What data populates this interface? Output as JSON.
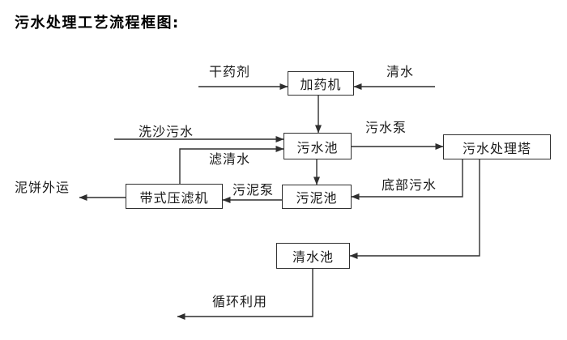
{
  "title": "污水处理工艺流程框图:",
  "nodes": {
    "dosing_machine": {
      "label": "加药机"
    },
    "sewage_pool": {
      "label": "污水池"
    },
    "sludge_pool": {
      "label": "污泥池"
    },
    "treatment_tower": {
      "label": "污水处理塔"
    },
    "belt_filter_press": {
      "label": "带式压滤机"
    },
    "clean_water_pool": {
      "label": "清水池"
    }
  },
  "edge_labels": {
    "dry_agent": "干药剂",
    "clean_water_in": "清水",
    "sand_washing_sewage": "洗沙污水",
    "sewage_pump": "污水泵",
    "filtered_water": "滤清水",
    "sludge_pump": "污泥泵",
    "bottom_sewage": "底部污水",
    "mud_cake_out": "泥饼外运",
    "recycle_use": "循环利用"
  },
  "flows": [
    {
      "from": null,
      "to": "加药机",
      "label": "干药剂"
    },
    {
      "from": null,
      "to": "加药机",
      "label": "清水"
    },
    {
      "from": "加药机",
      "to": "污水池",
      "label": null
    },
    {
      "from": null,
      "to": "污水池",
      "label": "洗沙污水"
    },
    {
      "from": "带式压滤机",
      "to": "污水池",
      "label": "滤清水"
    },
    {
      "from": "污水池",
      "to": "污泥池",
      "label": null
    },
    {
      "from": "污水池",
      "to": "污水处理塔",
      "label": "污水泵"
    },
    {
      "from": "污水处理塔",
      "to": "污泥池",
      "label": "底部污水"
    },
    {
      "from": "污泥池",
      "to": "带式压滤机",
      "label": "污泥泵"
    },
    {
      "from": "带式压滤机",
      "to": null,
      "label": "泥饼外运"
    },
    {
      "from": "污水处理塔",
      "to": "清水池",
      "label": null
    },
    {
      "from": "清水池",
      "to": null,
      "label": "循环利用"
    }
  ],
  "colors": {
    "line": "#2f2f2f",
    "text": "#1a1a1a",
    "background": "#ffffff"
  }
}
